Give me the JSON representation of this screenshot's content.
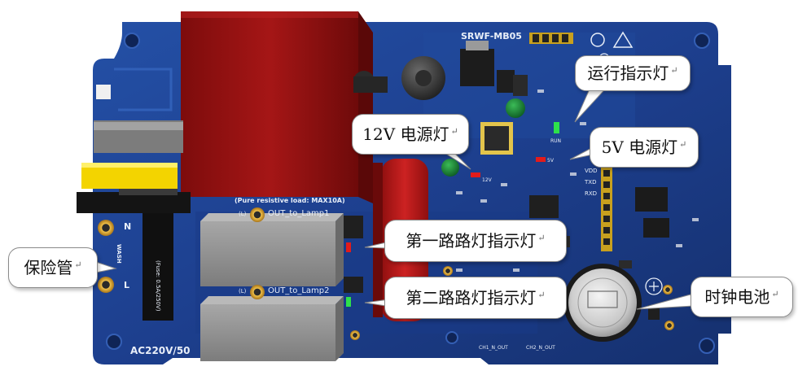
{
  "board": {
    "model": "SRWF-MB05",
    "load_note": "(Pure resistive load: MAX10A)",
    "out1": "OUT_to_Lamp1",
    "out2": "OUT_to_Lamp2",
    "out1_sign": "(L)",
    "out2_sign": "(L)",
    "fuse_rating": "(Fuse: 0.5A/250V)",
    "power_label": "AC220V/50",
    "side_labels": [
      "VDD",
      "TXD",
      "RXD"
    ],
    "led_labels": [
      "12V",
      "5V",
      "RUN"
    ],
    "bottom_labels": [
      "CH1_N_OUT",
      "CH2_N_OUT"
    ],
    "connector_letters": [
      "N",
      "L",
      "WASH"
    ]
  },
  "callouts": {
    "run": "运行指示灯",
    "v12": "12V 电源灯",
    "v5": "5V 电源灯",
    "lamp1": "第一路路灯指示灯",
    "lamp2": "第二路路灯指示灯",
    "fuse": "保险管",
    "clock": "时钟电池",
    "arrow_glyph": "↵"
  },
  "colors": {
    "pcb": "#1d3f8e",
    "pcb_dark": "#15306e",
    "relay_red": "#9c1212",
    "transformer_red": "#b01818",
    "header_gold": "#d6a21e",
    "led_red": "#e21b1b",
    "led_green": "#2ee04a"
  }
}
